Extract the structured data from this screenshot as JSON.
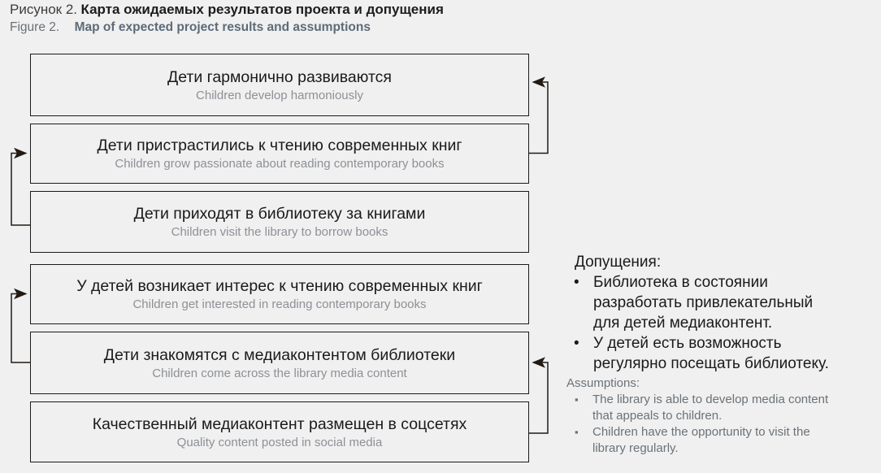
{
  "caption": {
    "ru_number": "Рисунок 2.",
    "ru_title": "Карта ожидаемых результатов проекта и допущения",
    "en_number": "Figure 2.",
    "en_title": "Map of expected project results and assumptions"
  },
  "flow": {
    "boxes": [
      {
        "ru": "Дети гармонично развиваются",
        "en": "Children develop harmoniously"
      },
      {
        "ru": "Дети пристрастились к чтению современных книг",
        "en": "Children grow passionate about reading contemporary books"
      },
      {
        "ru": "Дети приходят в библиотеку за книгами",
        "en": "Children visit the library to borrow books"
      },
      {
        "ru": "У детей возникает интерес к чтению современных книг",
        "en": "Children get interested in reading contemporary books"
      },
      {
        "ru": "Дети знакомятся с медиаконтентом библиотеки",
        "en": "Children come across the library media content"
      },
      {
        "ru": "Качественный медиаконтент размещен в соцсетях",
        "en": "Quality content posted in social media"
      }
    ]
  },
  "assumptions": {
    "ru_heading": "Допущения:",
    "ru_items": [
      "Библиотека в состоянии\nразработать привлекательный\nдля детей медиаконтент.",
      "У детей есть возможность\nрегулярно посещать библиотеку."
    ],
    "en_heading": "Assumptions:",
    "en_items": [
      "The library is able to develop media content\nthat appeals to children.",
      "Children have the opportunity to visit the\nlibrary regularly."
    ]
  },
  "markers": {
    "bullet_ru": "•",
    "bullet_en": "▪"
  },
  "colors": {
    "background": "#f0f0f0",
    "box_border": "#1a1a1a",
    "ru_text": "#1a1a1a",
    "en_text": "#8d9096",
    "caption_en": "#5d6b78",
    "arrow": "#231a14"
  }
}
